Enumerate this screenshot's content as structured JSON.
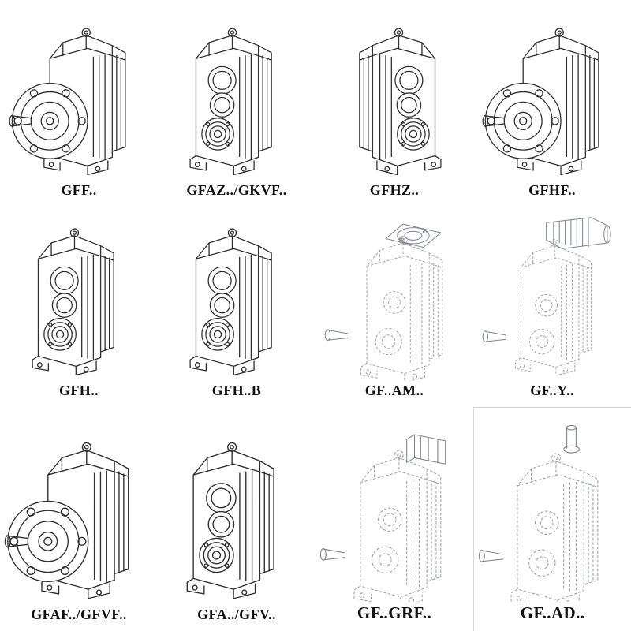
{
  "catalog": {
    "ink_color": "#2f2f2f",
    "ghost_color": "#9aa2ab",
    "cells": [
      {
        "label": "GFF..",
        "symbol": "#sym-flange",
        "drawing": "output-flange-gear-reducer"
      },
      {
        "label": "GFAZ../GKVF..",
        "symbol": "#sym-bores",
        "drawing": "hollow-shaft-gear-reducer"
      },
      {
        "label": "GFHZ..",
        "symbol": "#sym-bores",
        "drawing": "hollow-shaft-gear-reducer"
      },
      {
        "label": "GFHF..",
        "symbol": "#sym-flange",
        "drawing": "output-flange-gear-reducer"
      },
      {
        "label": "GFH..",
        "symbol": "#sym-bores",
        "drawing": "hollow-shaft-gear-reducer"
      },
      {
        "label": "GFH..B",
        "symbol": "#sym-bores",
        "drawing": "hollow-shaft-gear-reducer-foot-mounted"
      },
      {
        "label": "GF..AM..",
        "symbol": "#sym-ghost-flange",
        "drawing": "gear-reducer-with-motor-adapter-flange"
      },
      {
        "label": "GF..Y..",
        "symbol": "#sym-ghost-motor",
        "drawing": "gear-reducer-with-mounted-motor"
      },
      {
        "label": "GFAF../GFVF..",
        "symbol": "#sym-flange",
        "drawing": "output-flange-gear-reducer"
      },
      {
        "label": "GFA../GFV..",
        "symbol": "#sym-bores",
        "drawing": "hollow-shaft-gear-reducer"
      },
      {
        "label": "GF..GRF..",
        "symbol": "#sym-ghost-block",
        "drawing": "gear-reducer-with-primary-reducer"
      },
      {
        "label": "GF..AD..",
        "symbol": "#sym-ghost-shaft",
        "drawing": "gear-reducer-with-top-input-shaft"
      }
    ]
  }
}
